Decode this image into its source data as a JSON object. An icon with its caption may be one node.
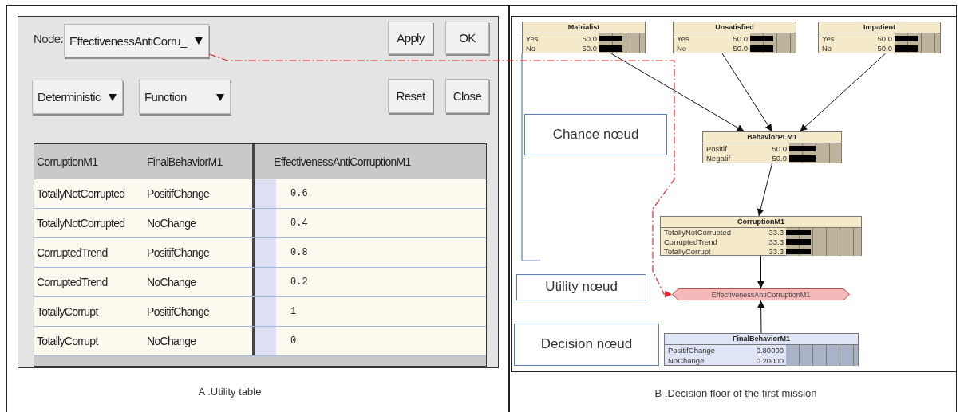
{
  "diagram": {
    "nodes": [
      {
        "text": [
          "EffectivenessAntiCorru_"
        ],
        "beside": [
          "Node:"
        ]
      },
      {
        "text": [
          "Matrialist",
          "Yes",
          "50.0",
          "No",
          "50.0"
        ]
      },
      {
        "text": [
          "Unsatisfied",
          "Yes",
          "50.0",
          "No",
          "50.0"
        ]
      },
      {
        "text": [
          "Impatient",
          "Yes",
          "50.0",
          "No",
          "50.0"
        ]
      },
      {
        "text": [
          "BehaviorPLM1",
          "Positif",
          "50.0",
          "Negatif",
          "50.0"
        ]
      },
      {
        "text": [
          "CorruptionM1",
          "TotallyNotCorrupted",
          "33.3",
          "CorruptedTrend",
          "33.3",
          "TotallyCorrupt",
          "33.3"
        ]
      },
      {
        "text": [
          "EffectivenessAntiCorruptionM1"
        ]
      },
      {
        "text": [
          "FinalBehaviorM1",
          "PositifChange",
          "0.80000",
          "NoChange",
          "0.20000"
        ]
      },
      {
        "text": [
          "Chance nœud"
        ]
      },
      {
        "text": [
          "Utility nœud"
        ]
      },
      {
        "text": [
          "Decision nœud"
        ]
      }
    ],
    "edges": [
      {
        "from": 0,
        "to": 6,
        "arrow": "to",
        "style": "dashed",
        "color": "#e8262b"
      },
      {
        "from": 1,
        "to": 4,
        "arrow": "to"
      },
      {
        "from": 2,
        "to": 4,
        "arrow": "to"
      },
      {
        "from": 3,
        "to": 4,
        "arrow": "to"
      },
      {
        "from": 4,
        "to": 5,
        "arrow": "to"
      },
      {
        "from": 5,
        "to": 6,
        "arrow": "to"
      },
      {
        "from": 7,
        "to": 6,
        "arrow": "to"
      }
    ],
    "labels": [
      "Apply",
      "OK",
      "Deterministic",
      "Function",
      "Reset",
      "Close",
      "CorruptionM1",
      "FinalBehaviorM1",
      "EffectivenessAntiCorruptionM1",
      "TotallyNotCorrupted",
      "PositifChange",
      "0.6",
      "TotallyNotCorrupted",
      "NoChange",
      "0.4",
      "CorruptedTrend",
      "PositifChange",
      "0.8",
      "CorruptedTrend",
      "NoChange",
      "0.2",
      "TotallyCorrupt",
      "PositifChange",
      "1",
      "TotallyCorrupt",
      "NoChange",
      "0",
      "A .Utility table",
      "B .Decision floor of the first mission"
    ]
  }
}
